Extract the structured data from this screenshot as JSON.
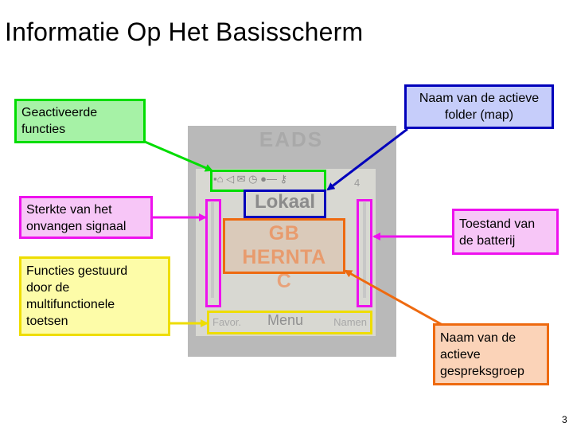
{
  "slide": {
    "title": "Informatie Op Het Basisscherm",
    "page_number": "3"
  },
  "labels": {
    "active_functions": [
      "Geactiveerde",
      "functies"
    ],
    "signal_strength": [
      "Sterkte van het",
      "onvangen signaal"
    ],
    "softkey_functions": [
      "Functies gestuurd",
      "door de",
      "multifunctionele",
      "toetsen"
    ],
    "folder_name": [
      "Naam van de actieve",
      "folder (map)"
    ],
    "battery_state": [
      "Toestand van",
      "de batterij"
    ],
    "talkgroup_name": [
      "Naam van de",
      "actieve",
      "gespreksgroep"
    ]
  },
  "screen": {
    "brand": "EADS",
    "status_icons": "▪⌂ ◁ ✉ ◷ ●— ⚷",
    "network_number": "4",
    "folder": "Lokaal",
    "talkgroup_line1": "GB HERNTA",
    "talkgroup_line2": "C",
    "softkey_left": "Favor.",
    "softkey_middle": "Menu",
    "softkey_right": "Namen"
  },
  "colors": {
    "green": "#00dd00",
    "blue": "#0000bb",
    "magenta": "#ee11ee",
    "yellow": "#eedd00",
    "orange": "#ee6a10"
  }
}
